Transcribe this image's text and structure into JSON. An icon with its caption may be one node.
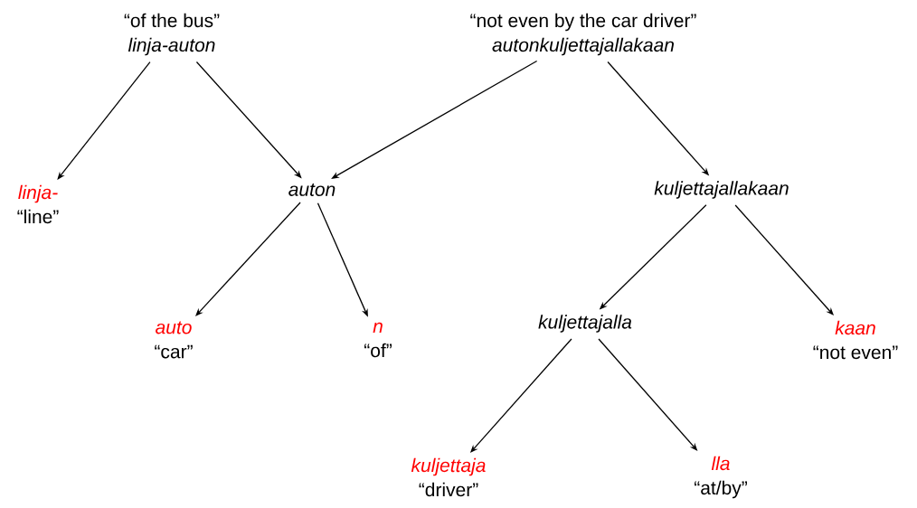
{
  "diagram": {
    "nodes": [
      {
        "text": [
          "“of the bus”",
          "linja-auton"
        ]
      },
      {
        "text": [
          "“not even by the car driver”",
          "autonkuljettajallakaan"
        ]
      },
      {
        "text": [
          "linja-",
          "“line”"
        ]
      },
      {
        "text": [
          "auton"
        ]
      },
      {
        "text": [
          "kuljettajallakaan"
        ]
      },
      {
        "text": [
          "auto",
          "“car”"
        ]
      },
      {
        "text": [
          "n",
          "“of”"
        ]
      },
      {
        "text": [
          "kuljettajalla"
        ]
      },
      {
        "text": [
          "kaan",
          "“not even”"
        ]
      },
      {
        "text": [
          "kuljettaja",
          "“driver”"
        ]
      },
      {
        "text": [
          "lla",
          "“at/by”"
        ]
      }
    ],
    "edges": [
      {
        "from": 0,
        "to": 2,
        "arrow": "to"
      },
      {
        "from": 0,
        "to": 3,
        "arrow": "to"
      },
      {
        "from": 1,
        "to": 3,
        "arrow": "to"
      },
      {
        "from": 1,
        "to": 4,
        "arrow": "to"
      },
      {
        "from": 3,
        "to": 5,
        "arrow": "to"
      },
      {
        "from": 3,
        "to": 6,
        "arrow": "to"
      },
      {
        "from": 4,
        "to": 7,
        "arrow": "to"
      },
      {
        "from": 4,
        "to": 8,
        "arrow": "to"
      },
      {
        "from": 7,
        "to": 9,
        "arrow": "to"
      },
      {
        "from": 7,
        "to": 10,
        "arrow": "to"
      }
    ]
  }
}
